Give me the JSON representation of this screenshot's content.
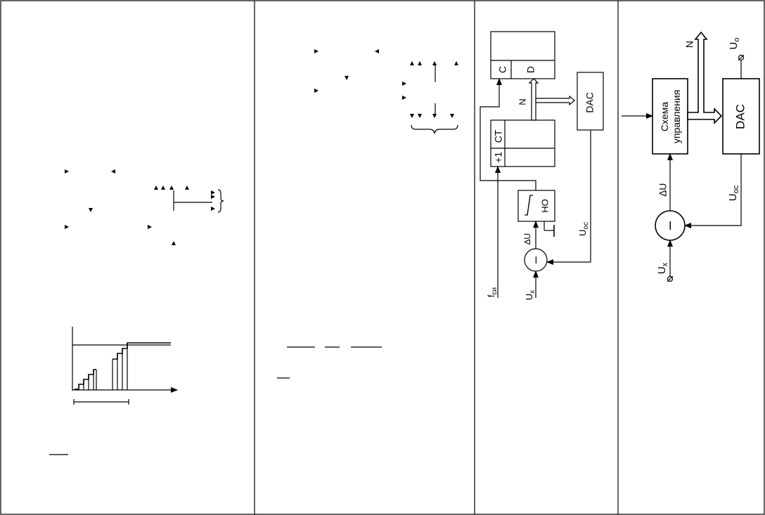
{
  "panel3": {
    "register": {
      "c_label": "C",
      "d_label": "D"
    },
    "counter": {
      "ct_label": "CT",
      "plus1_label": "+1"
    },
    "dac_label": "DAC",
    "comparator_label": "НО",
    "bus_label": "N",
    "feedback_label": "U",
    "feedback_sub": "ос",
    "delta_label": "∆U",
    "input_label": "U",
    "input_sub": "x",
    "clock_label": "f",
    "clock_sub": "си",
    "subtractor_sign": "–"
  },
  "panel4": {
    "control_label_line1": "Схема",
    "control_label_line2": "управления",
    "dac_label": "DAC",
    "output_bus_label": "N",
    "output_label": "U",
    "output_sub": "o",
    "feedback_label": "U",
    "feedback_sub": "ос",
    "delta_label": "∆U",
    "input_label": "U",
    "input_sub": "x",
    "subtractor_sign": "–"
  }
}
